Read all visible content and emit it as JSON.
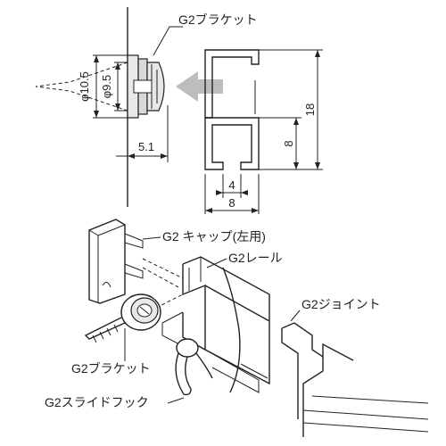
{
  "labels": {
    "bracket_top": "G2ブラケット",
    "cap": "G2 キャップ(左用)",
    "rail": "G2レール",
    "joint": "G2ジョイント",
    "bracket_bottom": "G2ブラケット",
    "hook": "G2スライドフック"
  },
  "dimensions": {
    "phi_outer": "φ10.5",
    "phi_inner": "φ9.5",
    "depth": "5.1",
    "rail_height": "18",
    "rail_lower": "8",
    "slot_width": "4",
    "rail_width": "8"
  },
  "colors": {
    "line": "#222222",
    "arrow": "#bdbdbd",
    "bracket_fill": "#e8e8e8"
  }
}
